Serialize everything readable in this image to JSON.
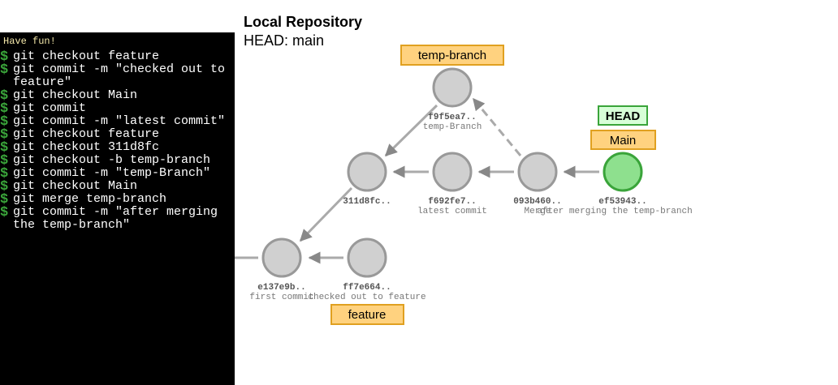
{
  "terminal": {
    "welcome": "Have fun!",
    "prompt_symbol": "$",
    "lines": [
      "git checkout feature",
      "git commit -m \"checked out to feature\"",
      "git checkout Main",
      "git commit",
      "git commit -m \"latest commit\"",
      "git checkout feature",
      "git checkout 311d8fc",
      "git checkout -b temp-branch",
      "git commit -m \"temp-Branch\"",
      "git checkout Main",
      "git merge temp-branch",
      "git commit -m \"after merging the temp-branch\""
    ]
  },
  "repo": {
    "title": "Local Repository",
    "head": "HEAD: main"
  },
  "graph": {
    "commits": {
      "e137e9b": {
        "hash": "e137e9b..",
        "message": "first commit"
      },
      "ff7e664": {
        "hash": "ff7e664..",
        "message": "checked out to feature"
      },
      "311d8fc": {
        "hash": "311d8fc..",
        "message": ""
      },
      "f692fe7": {
        "hash": "f692fe7..",
        "message": "latest commit"
      },
      "f9f5ea7": {
        "hash": "f9f5ea7..",
        "message": "temp-Branch"
      },
      "093b460": {
        "hash": "093b460..",
        "message": "Merge"
      },
      "ef53943": {
        "hash": "ef53943..",
        "message": "after merging the temp-branch"
      }
    },
    "branches": {
      "temp_branch": "temp-branch",
      "main": "Main",
      "feature": "feature"
    },
    "head_label": "HEAD"
  },
  "colors": {
    "terminal_bg": "#000000",
    "prompt": "#3aa43a",
    "commit_fill": "#d0d0d0",
    "commit_stroke": "#999999",
    "head_commit_fill": "#8ee08e",
    "head_commit_stroke": "#3aa43a",
    "branch_label_bg": "#ffd27f",
    "branch_label_border": "#e0a020",
    "head_label_bg": "#d8ffd8",
    "head_label_border": "#3aa43a",
    "edge": "#aaaaaa",
    "arrowhead": "#888888"
  }
}
